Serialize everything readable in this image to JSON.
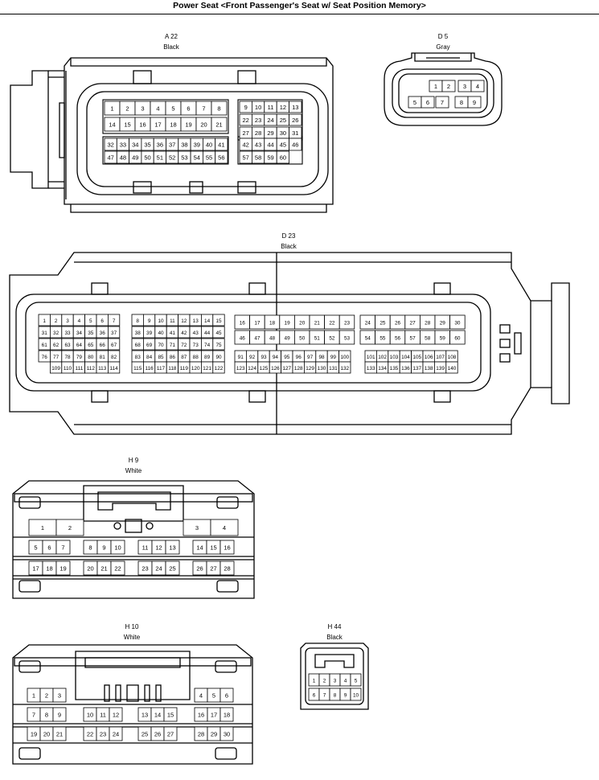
{
  "title": "Power Seat <Front Passenger's Seat w/ Seat Position Memory>",
  "connectors": {
    "a22": {
      "id": "A 22",
      "color": "Black",
      "pins": [
        "1",
        "2",
        "3",
        "4",
        "5",
        "6",
        "7",
        "8",
        "9",
        "10",
        "11",
        "12",
        "13",
        "14",
        "15",
        "16",
        "17",
        "18",
        "19",
        "20",
        "21",
        "22",
        "23",
        "24",
        "25",
        "26",
        "27",
        "28",
        "29",
        "30",
        "31",
        "32",
        "33",
        "34",
        "35",
        "36",
        "37",
        "38",
        "39",
        "40",
        "41",
        "42",
        "43",
        "44",
        "45",
        "46",
        "47",
        "48",
        "49",
        "50",
        "51",
        "52",
        "53",
        "54",
        "55",
        "56",
        "57",
        "58",
        "59",
        "60"
      ]
    },
    "d5": {
      "id": "D 5",
      "color": "Gray",
      "pins": [
        "1",
        "2",
        "3",
        "4",
        "5",
        "6",
        "7",
        "8",
        "9"
      ]
    },
    "d23": {
      "id": "D 23",
      "color": "Black",
      "pins": [
        "1",
        "2",
        "3",
        "4",
        "5",
        "6",
        "7",
        "8",
        "9",
        "10",
        "11",
        "12",
        "13",
        "14",
        "15",
        "16",
        "17",
        "18",
        "19",
        "20",
        "21",
        "22",
        "23",
        "24",
        "25",
        "26",
        "27",
        "28",
        "29",
        "30",
        "31",
        "32",
        "33",
        "34",
        "35",
        "36",
        "37",
        "38",
        "39",
        "40",
        "41",
        "42",
        "43",
        "44",
        "45",
        "46",
        "47",
        "48",
        "49",
        "50",
        "51",
        "52",
        "53",
        "54",
        "55",
        "56",
        "57",
        "58",
        "59",
        "60",
        "61",
        "62",
        "63",
        "64",
        "65",
        "66",
        "67",
        "68",
        "69",
        "70",
        "71",
        "72",
        "73",
        "74",
        "75",
        "76",
        "77",
        "78",
        "79",
        "80",
        "81",
        "82",
        "83",
        "84",
        "85",
        "86",
        "87",
        "88",
        "89",
        "90",
        "91",
        "92",
        "93",
        "94",
        "95",
        "96",
        "97",
        "98",
        "99",
        "100",
        "101",
        "102",
        "103",
        "104",
        "105",
        "106",
        "107",
        "108",
        "109",
        "110",
        "111",
        "112",
        "113",
        "114",
        "115",
        "116",
        "117",
        "118",
        "119",
        "120",
        "121",
        "122",
        "123",
        "124",
        "125",
        "126",
        "127",
        "128",
        "129",
        "130",
        "131",
        "132",
        "133",
        "134",
        "135",
        "136",
        "137",
        "138",
        "139",
        "140"
      ]
    },
    "h9": {
      "id": "H 9",
      "color": "White",
      "pins": [
        "1",
        "2",
        "3",
        "4",
        "5",
        "6",
        "7",
        "8",
        "9",
        "10",
        "11",
        "12",
        "13",
        "14",
        "15",
        "16",
        "17",
        "18",
        "19",
        "20",
        "21",
        "22",
        "23",
        "24",
        "25",
        "26",
        "27",
        "28"
      ]
    },
    "h10": {
      "id": "H 10",
      "color": "White",
      "pins": [
        "1",
        "2",
        "3",
        "4",
        "5",
        "6",
        "7",
        "8",
        "9",
        "10",
        "11",
        "12",
        "13",
        "14",
        "15",
        "16",
        "17",
        "18",
        "19",
        "20",
        "21",
        "22",
        "23",
        "24",
        "25",
        "26",
        "27",
        "28",
        "29",
        "30"
      ]
    },
    "h44": {
      "id": "H 44",
      "color": "Black",
      "pins": [
        "1",
        "2",
        "3",
        "4",
        "5",
        "6",
        "7",
        "8",
        "9",
        "10"
      ]
    }
  }
}
